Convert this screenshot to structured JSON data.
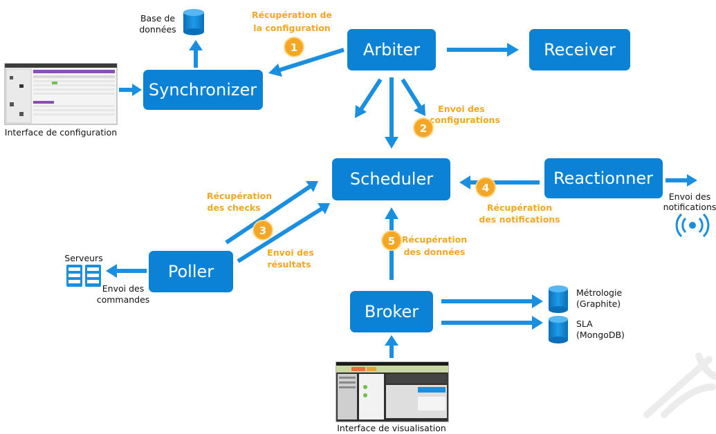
{
  "nodes": {
    "arbiter": "Arbiter",
    "receiver": "Receiver",
    "synchronizer": "Synchronizer",
    "scheduler": "Scheduler",
    "reactionner": "Reactionner",
    "poller": "Poller",
    "broker": "Broker"
  },
  "labels": {
    "recup_config": [
      "Récupération de",
      "la configuration"
    ],
    "envoi_configs": [
      "Envoi des",
      "configurations"
    ],
    "recup_checks": [
      "Récupération",
      "des checks"
    ],
    "envoi_resultats": [
      "Envoi des",
      "résultats"
    ],
    "recup_notifs": [
      "Récupération",
      "des notifications"
    ],
    "recup_donnees": [
      "Récupération",
      "des données"
    ]
  },
  "badges": [
    "1",
    "2",
    "3",
    "4",
    "5"
  ],
  "external": {
    "base_donnees": [
      "Base de",
      "données"
    ],
    "interface_config": "Interface de configuration",
    "interface_visu": "Interface de visualisation",
    "serveurs": "Serveurs",
    "envoi_commandes": [
      "Envoi des",
      "commandes"
    ],
    "envoi_notifications": [
      "Envoi des",
      "notifications"
    ],
    "metrologie": [
      "Métrologie",
      "(Graphite)"
    ],
    "sla": [
      "SLA",
      "(MongoDB)"
    ]
  },
  "colors": {
    "node": "#0b82d6",
    "arrow": "#1a8fe0",
    "label": "#f5a623"
  },
  "icons": [
    "database-icon",
    "server-icon",
    "broadcast-icon",
    "screenshot-thumbnail",
    "watermark-logo"
  ]
}
